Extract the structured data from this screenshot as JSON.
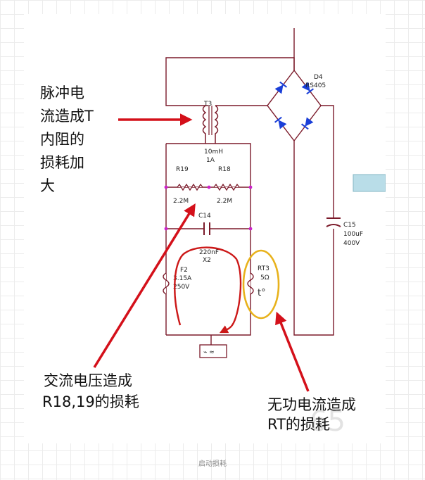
{
  "annotations": {
    "pulse_current": [
      "脉冲电",
      "流造成T",
      "内阻的",
      "损耗加",
      "大"
    ],
    "ac_voltage": [
      "交流电压造成",
      "R18,19的损耗"
    ],
    "reactive_current": [
      "无功电流造成",
      "RT的损耗"
    ]
  },
  "components": {
    "t3_ref": "T3",
    "t3_value": "10mH",
    "t3_current": "1A",
    "d4_ref": "D4",
    "d4_part": "RS405",
    "r19_ref": "R19",
    "r18_ref": "R18",
    "r19_value": "2.2M",
    "r18_value": "2.2M",
    "c14_ref": "C14",
    "c14_value": "220nF",
    "c14_class": "X2",
    "f2_ref": "F2",
    "f2_rating": "3.15A",
    "f2_voltage": "250V",
    "rt3_ref": "RT3",
    "rt3_value": "5Ω",
    "rt3_symbol": "t°",
    "c15_ref": "C15",
    "c15_value": "100uF",
    "c15_voltage": "400V",
    "connector_label": "⌁ ≈"
  },
  "watermark": "65",
  "caption": "启动损耗",
  "colors": {
    "wire": "#7b1a2a",
    "arrow": "#d4101a",
    "diode": "#1a3fd8",
    "highlight_ring": "#e8b21c",
    "node": "#cc22cc",
    "side_box": "#b9dde8"
  }
}
